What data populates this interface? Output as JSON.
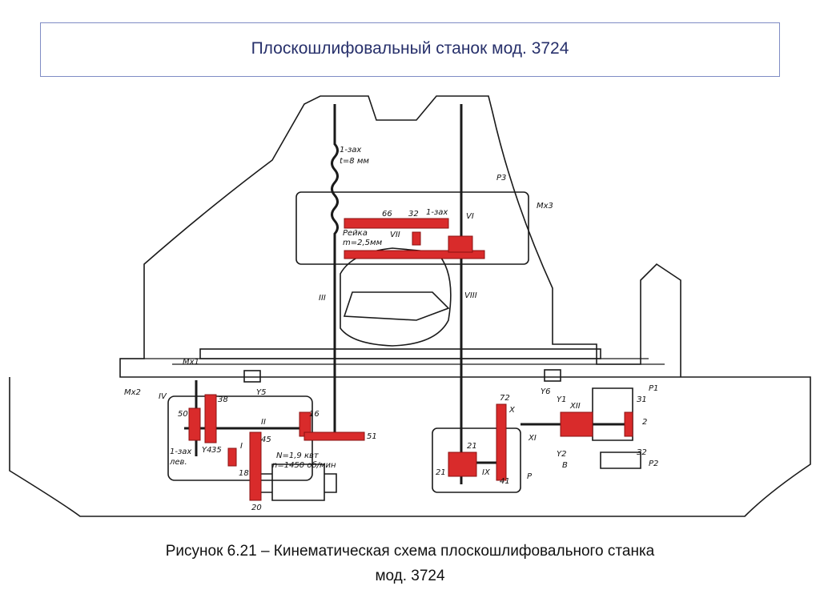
{
  "header": {
    "title": "Плоскошлифовальный станок мод. 3724"
  },
  "caption": {
    "line1": "Рисунок 6.21 – Кинематическая схема плоскошлифовального станка",
    "line2": "мод. 3724"
  },
  "colors": {
    "accent_red": "#d92b2b",
    "line_dark": "#1a1a1a",
    "title_blue": "#27306b"
  },
  "labels": {
    "zax1": "1-зах",
    "t8": "t=8 мм",
    "p3": "P3",
    "mx3": "Mx3",
    "n66": "66",
    "n32": "32",
    "zax1b": "1-зах",
    "vi": "VI",
    "vii": "VII",
    "reyka": "Рейка",
    "m25": "m=2,5мм",
    "iii": "III",
    "viii": "VIII",
    "mx1": "Mx1",
    "mx2": "Mx2",
    "iv": "IV",
    "n38": "38",
    "y5": "Y5",
    "n50": "50",
    "ii": "II",
    "n16": "16",
    "n51": "51",
    "lev1": "1-зах",
    "lev2": "лев.",
    "y4": "Y4",
    "n35": "35",
    "n45": "45",
    "n18": "18",
    "n20": "20",
    "i": "I",
    "pow": "N=1,9 квт",
    "rpm": "n=1450 об/мин",
    "y6": "Y6",
    "n72": "72",
    "x": "X",
    "n21a": "21",
    "n21b": "21",
    "ix": "IX",
    "n41": "41",
    "y1": "Y1",
    "y2": "Y2",
    "xi": "XI",
    "xii": "XII",
    "p1": "P1",
    "p2": "P2",
    "z1": "З1",
    "z2": "2",
    "z3": "З2",
    "b": "B",
    "p": "P"
  }
}
